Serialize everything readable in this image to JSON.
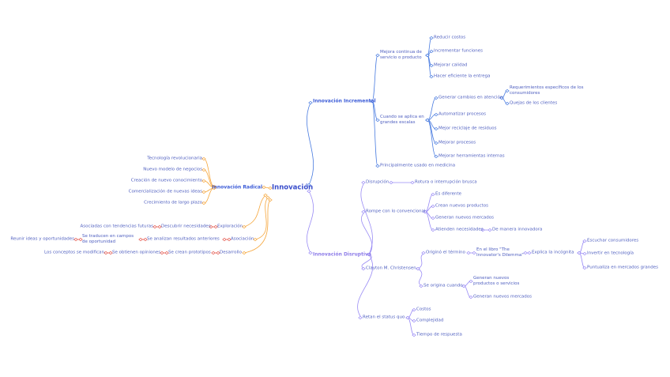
{
  "center": "Innovación",
  "colors": {
    "blue": "#4a7ce0",
    "purple": "#9a8cf5",
    "orange": "#f6a63b",
    "red": "#e4584d"
  },
  "radical": {
    "title": "Innovación Radical",
    "traits": [
      "Tecnología revolucionaria",
      "Nuevo modelo de negocios",
      "Creación de nuevo conocimiento",
      "Comercialización de nuevas ideas",
      "Crecimiento de largo plazo"
    ],
    "row1": [
      "Asociadas con tendencias futuras",
      "Descubrir necesidades",
      "Exploración"
    ],
    "row2": [
      "Reunir ideas y oportunidades",
      "Se traducen en campos de oportunidad",
      "Se analizan resultados anteriores",
      "Asociación"
    ],
    "row3": [
      "Los conceptos se modifican",
      "Se obtienen opiniones",
      "Se crean prototipos",
      "Desarrollo"
    ]
  },
  "incremental": {
    "title": "Innovación Incremental",
    "mejora": "Mejora continua de servicio o producto",
    "mejora_children": [
      "Reducir costos",
      "Incrementar funciones",
      "Mejorar calidad",
      "Hacer eficiente la entrega"
    ],
    "escala": "Cuando se aplica en grandes escalas",
    "escala_children": [
      "Generar cambios en atención",
      "Automatizar procesos",
      "Mejor reciclaje de residuos",
      "Mejorar procesos",
      "Mejorar herramientas internas"
    ],
    "atencion_children": [
      "Requerimientos específicos de los consumidores",
      "Quejas de los clientes"
    ],
    "medicina": "Principalmente usado en medicina"
  },
  "disruptiva": {
    "title": "Innovación Disruptiva",
    "disrupcion": "Disrupción",
    "disrupcion_def": "Rotura o interrupción brusca",
    "rompe": "Rompe con lo convencional",
    "rompe_children": [
      "Es diferente",
      "Crean nuevos productos",
      "Generan nuevos mercados",
      "Atienden necesidades"
    ],
    "atienden_child": "De manera innovadora",
    "clayton": "Clayton M. Christensen",
    "origino": "Originó el término",
    "libro": "En el libro \"The Innovator's Dilemma\"",
    "explica": "Explica la incógnita",
    "explica_children": [
      "Escuchar consumidores",
      "Invertir en tecnología",
      "Puntualiza en mercados grandes"
    ],
    "se_origina": "Se origina cuando",
    "se_origina_children": [
      "Generan nuevos productos o servicios",
      "Generan nuevos mercados"
    ],
    "retan": "Retan el status quo",
    "retan_children": [
      "Costos",
      "Complejidad",
      "Tiempo de respuesta"
    ]
  }
}
